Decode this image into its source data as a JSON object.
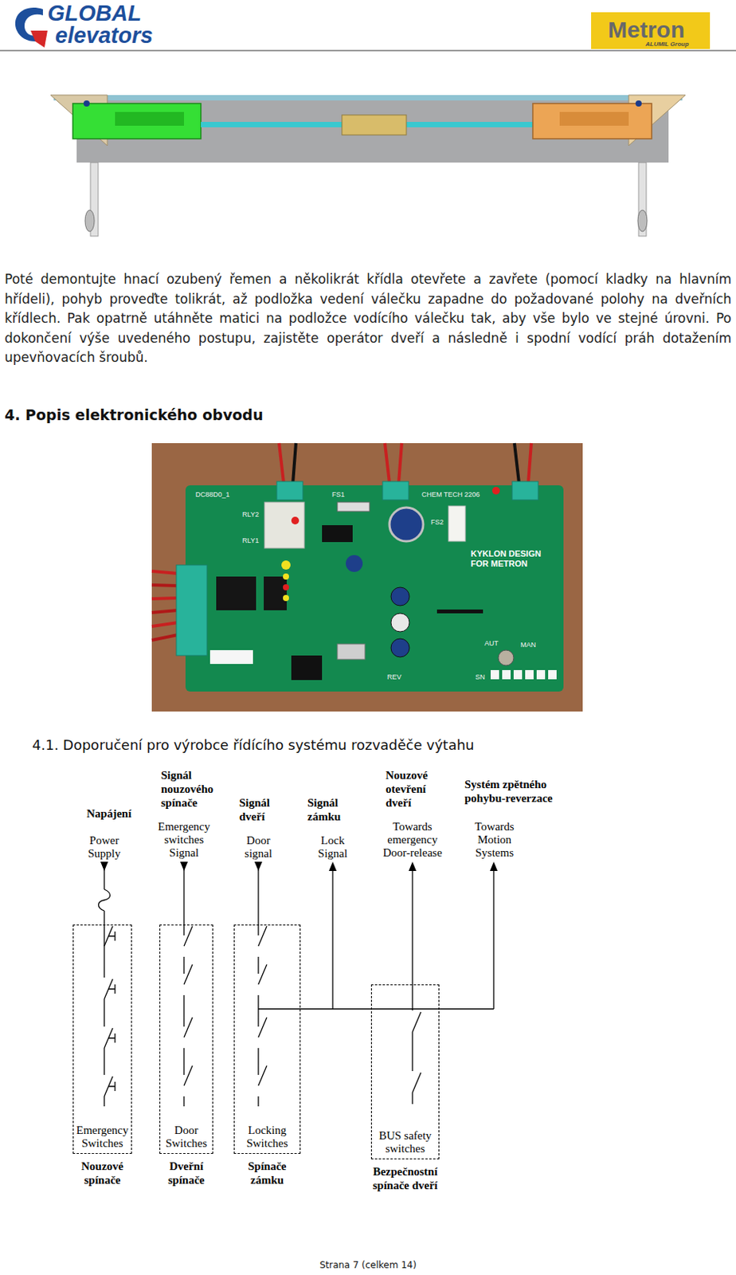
{
  "diagram": {
    "title": "4.1. Doporučení pro výrobce řídícího systému rozvaděče výtahu",
    "nodes": [
      {
        "text": [
          "Emergency Switches",
          "Nouzové spínače"
        ]
      },
      {
        "text": [
          "Door Switches",
          "Dveřní spínače"
        ]
      },
      {
        "text": [
          "Locking Switches",
          "Spínače zámku"
        ]
      },
      {
        "text": [
          "BUS safety switches",
          "Bezpečnostní spínače dveří"
        ]
      }
    ],
    "edges": [
      {
        "from": 2,
        "to": 3,
        "arrow": "none"
      }
    ],
    "labels": [
      "GLOBAL",
      "elevators",
      "Metron",
      "ALUMIL Group",
      "Poté demontujte hnací ozubený řemen a několikrát křídla otevřete a zavřete (pomocí kladky na hlavním hřídeli), pohyb proveďte tolikrát, až podložka vedení válečku zapadne do požadované polohy na dveřních křídlech. Pak opatrně utáhněte matici na podložce vodícího válečku tak, aby vše bylo ve stejné úrovni. Po dokončení výše uvedeného postupu, zajistěte operátor dveří a následně i spodní vodící práh dotažením upevňovacích šroubů.",
      "4. Popis elektronického obvodu",
      "DC88D0_1",
      "FS1",
      "CHEM TECH 2206",
      "RLY2",
      "RLY1",
      "FS2",
      "KYKLON DESIGN FOR METRON",
      "AUT",
      "MAN",
      "REV",
      "SN",
      "Napájení",
      "Signál nouzového spínače",
      "Signál dveří",
      "Signál zámku",
      "Nouzové otevření dveří",
      "Systém zpětného pohybu-reverzace",
      "Power Supply",
      "Emergency switches Signal",
      "Door signal",
      "Lock Signal",
      "Towards emergency Door-release",
      "Towards Motion Systems",
      "Strana 7 (celkem 14)"
    ]
  }
}
